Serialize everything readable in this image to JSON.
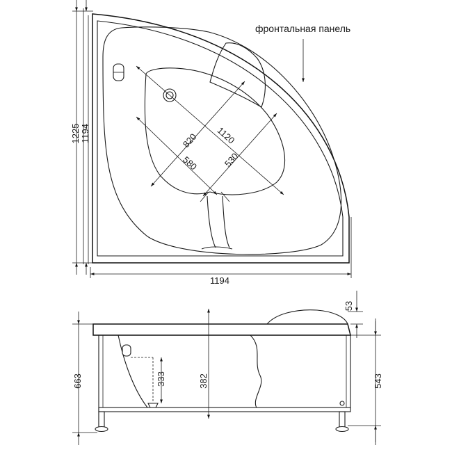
{
  "label": "фронтальная панель",
  "top_view": {
    "height_outer": "1225",
    "height_inner": "1194",
    "width": "1194",
    "diag_long": "1120",
    "diag_short": "820",
    "cross_inner_a": "580",
    "cross_inner_b": "530"
  },
  "side_view": {
    "total_height": "663",
    "depth": "382",
    "pedestal": "333",
    "rim": "53",
    "panel_height": "543"
  }
}
